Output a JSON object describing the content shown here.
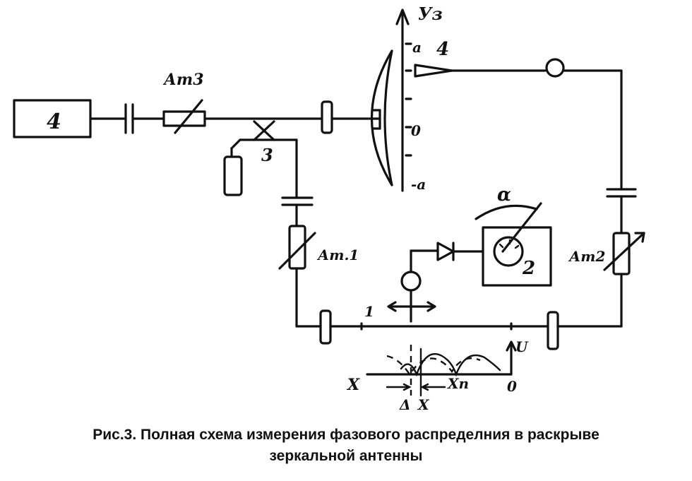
{
  "labels": {
    "generator": "4",
    "attenuator_top": "Ат3",
    "tee": "3",
    "attenuator_left": "Ат.1",
    "attenuator_right": "Ат2",
    "axis_y": "Уз",
    "axis_a_top": "а",
    "axis_zero": "0",
    "axis_a_bottom": "-а",
    "horn": "4",
    "meter_alpha": "α",
    "meter": "2",
    "line": "1",
    "graph_u": "U",
    "graph_x": "X",
    "graph_zero": "0",
    "graph_xn": "Xn",
    "graph_delta": "Δ",
    "graph_dx": "X"
  },
  "caption": {
    "line1": "Рис.3. Полная схема измерения фазового распределния в раскрыве",
    "line2": "зеркальной антенны"
  }
}
